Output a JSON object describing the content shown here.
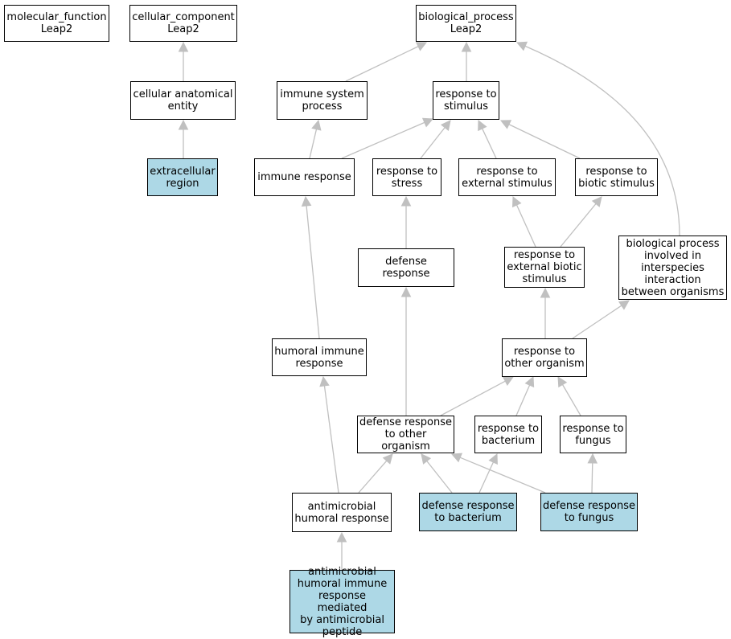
{
  "highlight_color": "#add8e6",
  "edge_color": "#c0c0c0",
  "nodes": {
    "mf_leap2": {
      "label": "molecular_function\nLeap2",
      "highlighted": false
    },
    "cc_leap2": {
      "label": "cellular_component\nLeap2",
      "highlighted": false
    },
    "bp_leap2": {
      "label": "biological_process\nLeap2",
      "highlighted": false
    },
    "cell_anat": {
      "label": "cellular anatomical\nentity",
      "highlighted": false
    },
    "immune_sys": {
      "label": "immune system\nprocess",
      "highlighted": false
    },
    "resp_stim": {
      "label": "response to\nstimulus",
      "highlighted": false
    },
    "extracell": {
      "label": "extracellular\nregion",
      "highlighted": true
    },
    "immune_resp": {
      "label": "immune response",
      "highlighted": false
    },
    "resp_stress": {
      "label": "response to\nstress",
      "highlighted": false
    },
    "resp_ext": {
      "label": "response to\nexternal stimulus",
      "highlighted": false
    },
    "resp_biotic": {
      "label": "response to\nbiotic stimulus",
      "highlighted": false
    },
    "def_resp": {
      "label": "defense response",
      "highlighted": false
    },
    "resp_ext_biotic": {
      "label": "response to\nexternal biotic\nstimulus",
      "highlighted": false
    },
    "bp_interspecies": {
      "label": "biological process\ninvolved in\ninterspecies\ninteraction\nbetween organisms",
      "highlighted": false
    },
    "humoral": {
      "label": "humoral immune\nresponse",
      "highlighted": false
    },
    "resp_other": {
      "label": "response to\nother organism",
      "highlighted": false
    },
    "def_other": {
      "label": "defense response\nto other organism",
      "highlighted": false
    },
    "resp_bact": {
      "label": "response to\nbacterium",
      "highlighted": false
    },
    "resp_fungus": {
      "label": "response to\nfungus",
      "highlighted": false
    },
    "amh": {
      "label": "antimicrobial\nhumoral response",
      "highlighted": false
    },
    "def_bact": {
      "label": "defense response\nto bacterium",
      "highlighted": true
    },
    "def_fungus": {
      "label": "defense response\nto fungus",
      "highlighted": true
    },
    "amh_peptide": {
      "label": "antimicrobial\nhumoral immune\nresponse mediated\nby antimicrobial\npeptide",
      "highlighted": true
    }
  },
  "edges": [
    {
      "from": "cell_anat",
      "to": "cc_leap2"
    },
    {
      "from": "extracell",
      "to": "cell_anat"
    },
    {
      "from": "immune_sys",
      "to": "bp_leap2"
    },
    {
      "from": "resp_stim",
      "to": "bp_leap2"
    },
    {
      "from": "bp_interspecies",
      "to": "bp_leap2"
    },
    {
      "from": "immune_resp",
      "to": "immune_sys"
    },
    {
      "from": "immune_resp",
      "to": "resp_stim"
    },
    {
      "from": "resp_stress",
      "to": "resp_stim"
    },
    {
      "from": "resp_ext",
      "to": "resp_stim"
    },
    {
      "from": "resp_biotic",
      "to": "resp_stim"
    },
    {
      "from": "def_resp",
      "to": "resp_stress"
    },
    {
      "from": "resp_ext_biotic",
      "to": "resp_ext"
    },
    {
      "from": "resp_ext_biotic",
      "to": "resp_biotic"
    },
    {
      "from": "humoral",
      "to": "immune_resp"
    },
    {
      "from": "resp_other",
      "to": "resp_ext_biotic"
    },
    {
      "from": "resp_other",
      "to": "bp_interspecies"
    },
    {
      "from": "def_other",
      "to": "def_resp"
    },
    {
      "from": "def_other",
      "to": "resp_other"
    },
    {
      "from": "resp_bact",
      "to": "resp_other"
    },
    {
      "from": "resp_fungus",
      "to": "resp_other"
    },
    {
      "from": "amh",
      "to": "humoral"
    },
    {
      "from": "amh",
      "to": "def_other"
    },
    {
      "from": "def_bact",
      "to": "def_other"
    },
    {
      "from": "def_bact",
      "to": "resp_bact"
    },
    {
      "from": "def_fungus",
      "to": "def_other"
    },
    {
      "from": "def_fungus",
      "to": "resp_fungus"
    },
    {
      "from": "amh_peptide",
      "to": "amh"
    }
  ]
}
